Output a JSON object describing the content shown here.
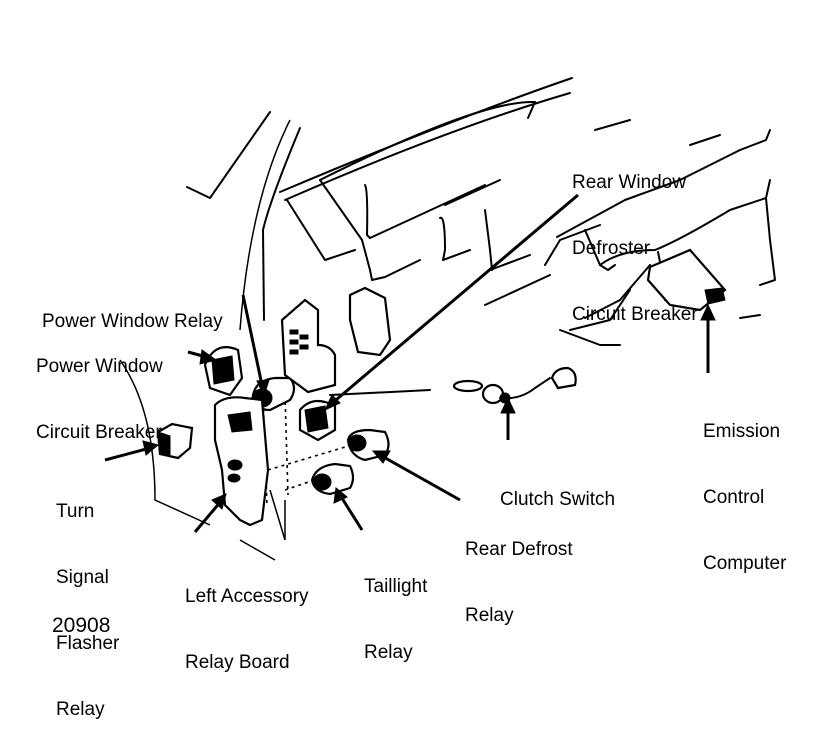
{
  "figure_id": "20908",
  "labels": {
    "rear_window_defroster_cb": [
      "Rear Window",
      "Defroster",
      "Circuit Breaker"
    ],
    "power_window_relay": [
      "Power Window Relay"
    ],
    "power_window_cb": [
      "Power Window",
      "Circuit Breaker"
    ],
    "turn_signal_flasher_relay": [
      "Turn",
      "Signal",
      "Flasher",
      "Relay"
    ],
    "left_accessory_relay_board": [
      "Left Accessory",
      "Relay Board"
    ],
    "taillight_relay": [
      "Taillight",
      "Relay"
    ],
    "rear_defrost_relay": [
      "Rear Defrost",
      "Relay"
    ],
    "clutch_switch": [
      "Clutch Switch"
    ],
    "emission_control_computer": [
      "Emission",
      "Control",
      "Computer"
    ]
  },
  "colors": {
    "ink": "#000000",
    "background": "#ffffff"
  }
}
